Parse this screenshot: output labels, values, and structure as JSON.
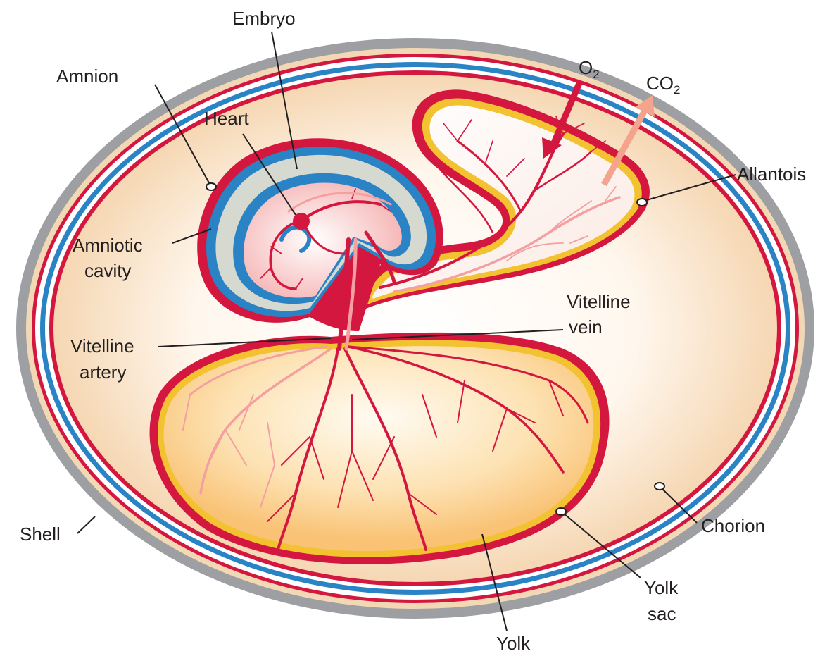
{
  "labels": {
    "embryo": "Embryo",
    "amnion": "Amnion",
    "heart": "Heart",
    "amniotic_cavity_line1": "Amniotic",
    "amniotic_cavity_line2": "cavity",
    "vitelline_artery_line1": "Vitelline",
    "vitelline_artery_line2": "artery",
    "vitelline_vein_line1": "Vitelline",
    "vitelline_vein_line2": "vein",
    "allantois": "Allantois",
    "shell": "Shell",
    "chorion": "Chorion",
    "yolk_sac_line1": "Yolk",
    "yolk_sac_line2": "sac",
    "yolk": "Yolk",
    "o2_base": "O",
    "o2_sub": "2",
    "co2_base": "CO",
    "co2_sub": "2"
  },
  "colors": {
    "shell": "#9d9fa2",
    "chorion_outer": "#d4173f",
    "chorion_inner": "#2a83c4",
    "amnion_layer": "#2a83c4",
    "vessel_red": "#d4173f",
    "vessel_pink": "#f0a0a0",
    "yolk_sac_layer": "#f2c230",
    "yolk_fill": "#f9cc80",
    "amniotic_fluid": "#d6d9cf",
    "albumen": "#fbe6cc",
    "o2_arrow": "#d4173f",
    "co2_arrow": "#f4a48c"
  },
  "icons": {
    "o2_arrow": "arrow-down-icon",
    "co2_arrow": "arrow-up-icon"
  }
}
